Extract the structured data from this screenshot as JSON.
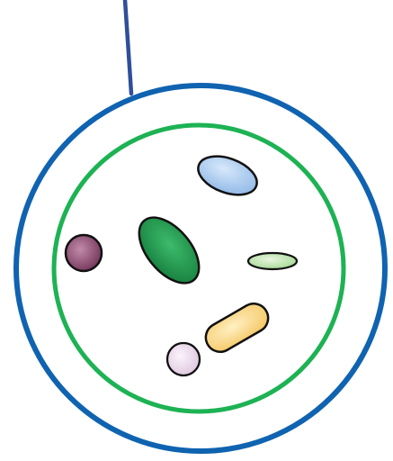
{
  "diagram": {
    "colors": {
      "stalk": "#2e4f9a",
      "outer_membrane": "#0f63b0",
      "inner_membrane": "#1db254",
      "outline": "#111111",
      "blue_body": "#9ec3ea",
      "green_body": "#1f9a4e",
      "pale_green_body": "#b7e0a6",
      "purple_body": "#8a4a6b",
      "orange_body": "#f7d27c",
      "lilac_body": "#ead7ea"
    },
    "shapes": [
      "stalk",
      "outer-membrane",
      "inner-membrane",
      "blue-oval",
      "dark-green-oval",
      "pale-green-oval",
      "purple-circle",
      "orange-capsule",
      "lilac-circle"
    ]
  }
}
